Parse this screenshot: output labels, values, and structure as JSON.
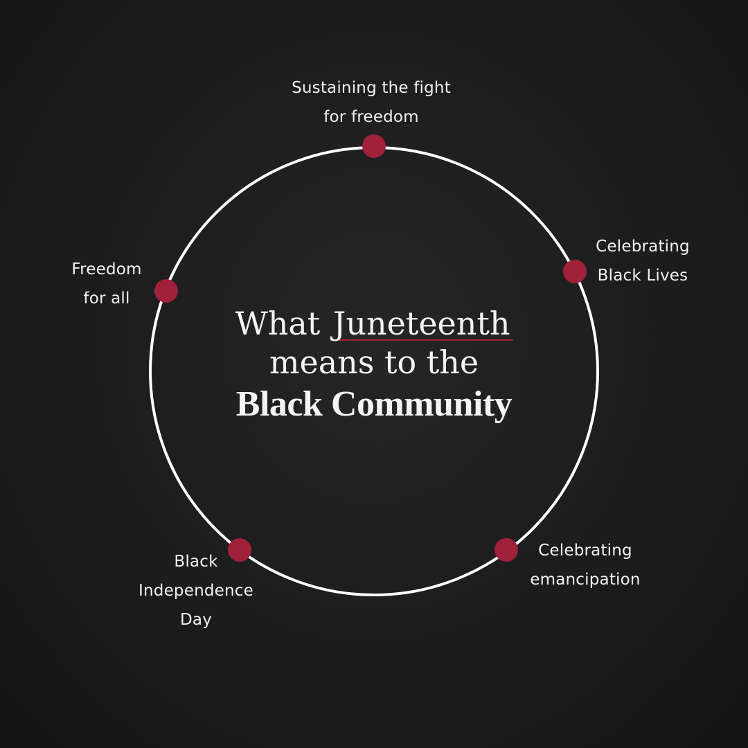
{
  "title": {
    "line1_prefix": "What",
    "line1_accent": "Juneteenth",
    "line2": "means to the",
    "line3": "Black Community"
  },
  "nodes": [
    {
      "id": "top",
      "label": "Sustaining the fight\nfor freedom"
    },
    {
      "id": "right",
      "label": "Celebrating\nBlack Lives"
    },
    {
      "id": "bottom-right",
      "label": "Celebrating\nemancipation"
    },
    {
      "id": "bottom-left",
      "label": "Black\nIndependence\nDay"
    },
    {
      "id": "left",
      "label": "Freedom\nfor all"
    }
  ],
  "colors": {
    "background": "#1c1c1c",
    "ring": "#ffffff",
    "dot": "#a1203a",
    "accent_underline": "#a52035",
    "text": "#f2f2f2"
  }
}
